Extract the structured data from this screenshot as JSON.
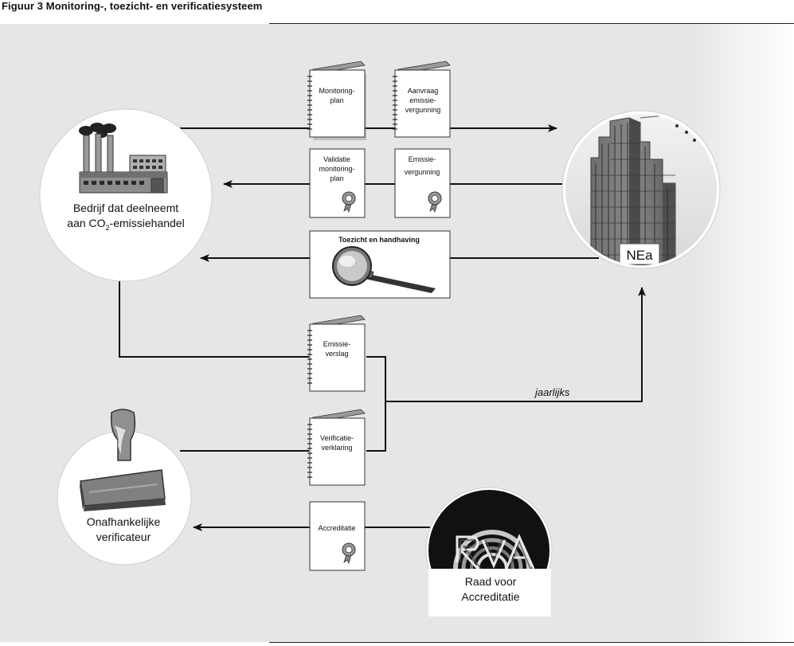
{
  "title": "Figuur 3 Monitoring-, toezicht- en verificatiesysteem",
  "nodes": {
    "bedrijf": {
      "line1": "Bedrijf dat deelneemt",
      "line2_pre": "aan CO",
      "line2_sub": "2",
      "line2_post": "-emissiehandel"
    },
    "nea": {
      "label": "NEa"
    },
    "verificateur": {
      "line1": "Onafhankelijke",
      "line2": "verificateur"
    },
    "rva": {
      "line1": "Raad voor",
      "line2": "Accreditatie"
    }
  },
  "documents": {
    "monitoringplan": [
      "Monitoring-",
      "plan"
    ],
    "aanvraag": [
      "Aanvraag",
      "emissie-",
      "vergunning"
    ],
    "validatie": [
      "Validatie",
      "monitoring-",
      "plan"
    ],
    "emissievergunning": [
      "Emissie-",
      "vergunning"
    ],
    "toezicht": [
      "Toezicht en handhaving"
    ],
    "emissieverslag": [
      "Emissie-",
      "verslag"
    ],
    "verificatieverklaring": [
      "Verificatie-",
      "verklaring"
    ],
    "accreditatie": [
      "Accreditatie"
    ]
  },
  "flow_label": "jaarlijks",
  "icons": {
    "factory": "factory-icon",
    "building": "building-photo",
    "stamp": "stamp-icon",
    "rva_logo": "rva-logo",
    "magnifier": "magnifier-icon",
    "seal": "seal-icon"
  },
  "colors": {
    "background": "#e6e6e6",
    "frame": "#222222",
    "arrow": "#111111",
    "card": "#ffffff"
  }
}
